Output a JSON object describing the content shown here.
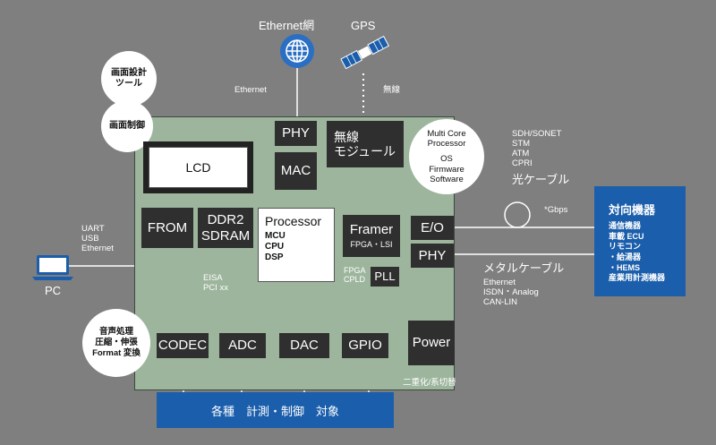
{
  "top": {
    "ethernet_net": "Ethernet網",
    "gps": "GPS",
    "ethernet": "Ethernet",
    "wireless": "無線"
  },
  "circles": {
    "design_tool": [
      "画面設計",
      "ツール"
    ],
    "screen_control": "画面制御",
    "multicore": [
      "Multi Core",
      "Processor",
      "",
      "OS",
      "Firmware",
      "Software"
    ],
    "audio": [
      "音声処理",
      "圧縮・伸張",
      "Format 変換"
    ]
  },
  "blocks": {
    "phy_top": "PHY",
    "mac": "MAC",
    "wireless_module": [
      "無線",
      "モジュール"
    ],
    "lcd": "LCD",
    "from": "FROM",
    "ddr2": [
      "DDR2",
      "SDRAM"
    ],
    "processor_title": "Processor",
    "processor_lines": [
      "MCU",
      "CPU",
      "DSP"
    ],
    "framer": "Framer",
    "framer_sub": "FPGA・LSI",
    "fpga_cpld": [
      "FPGA",
      "CPLD"
    ],
    "pll": "PLL",
    "eo": "E/O",
    "phy_right": "PHY",
    "codec": "CODEC",
    "adc": "ADC",
    "dac": "DAC",
    "gpio": "GPIO",
    "power": "Power"
  },
  "left": {
    "interfaces": [
      "UART",
      "USB",
      "Ethernet"
    ],
    "pc": "PC",
    "bus": [
      "EISA",
      "PCI xx"
    ]
  },
  "right": {
    "optical_specs": [
      "SDH/SONET",
      "STM",
      "ATM",
      "CPRI"
    ],
    "optical_cable": "光ケーブル",
    "gbps": "*Gbps",
    "metal_cable": "メタルケーブル",
    "metal_specs": [
      "Ethernet",
      "ISDN・Analog",
      "CAN-LIN"
    ],
    "peer_title": "対向機器",
    "peer_items": [
      "通信機器",
      "車載 ECU",
      "リモコン",
      "・給湯器",
      "・HEMS",
      "産業用計測機器"
    ]
  },
  "bottom": {
    "redundancy": "二重化/系切替",
    "target": "各種　計測・制御　対象"
  },
  "colors": {
    "background": "#7f7f7f",
    "board": "#9db59d",
    "block": "#2f2f2f",
    "accent_blue": "#1b5eab",
    "globe_blue": "#2a6fc4"
  }
}
